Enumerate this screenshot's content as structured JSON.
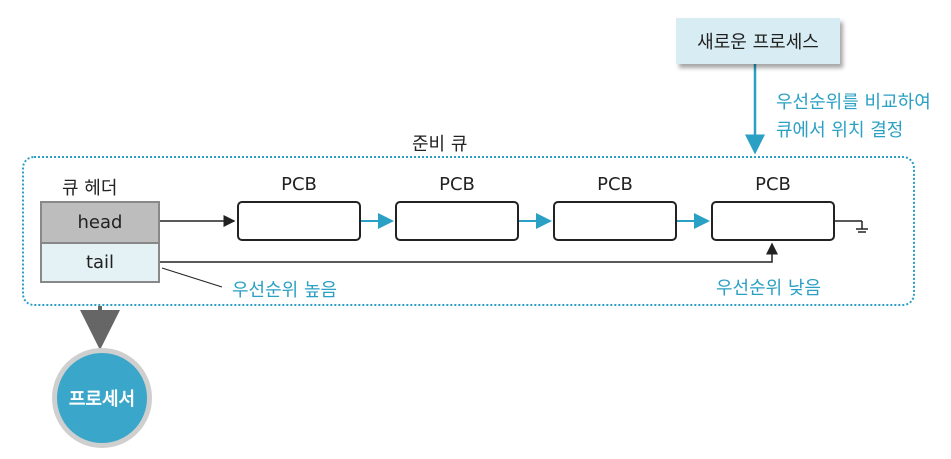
{
  "new_process": "새로운 프로세스",
  "compare_note": [
    "우선순위를 비교하여",
    "큐에서 위치 결정"
  ],
  "ready_queue_label": "준비 큐",
  "queue_header": {
    "title": "큐 헤더",
    "head": "head",
    "tail": "tail"
  },
  "pcbs": [
    "PCB",
    "PCB",
    "PCB",
    "PCB"
  ],
  "priority_high": "우선순위 높음",
  "priority_low": "우선순위 낮음",
  "processor": "프로세서",
  "colors": {
    "accent": "#2aa0c4",
    "processor_fill": "#3aa6c9",
    "new_process_fill": "#d7edf3"
  }
}
